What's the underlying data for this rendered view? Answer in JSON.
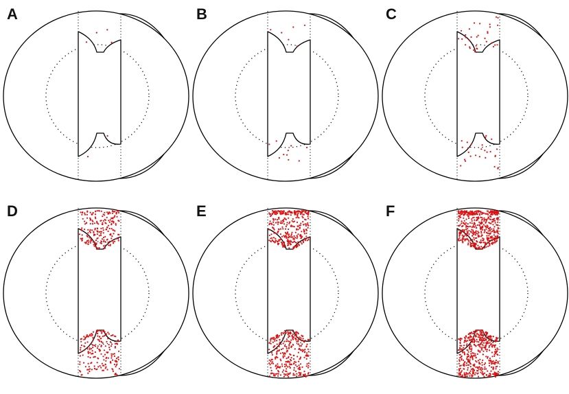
{
  "figure": {
    "panels": [
      {
        "label": "A",
        "particle_count": 6
      },
      {
        "label": "B",
        "particle_count": 16
      },
      {
        "label": "C",
        "particle_count": 60
      },
      {
        "label": "D",
        "particle_count": 420
      },
      {
        "label": "E",
        "particle_count": 680
      },
      {
        "label": "F",
        "particle_count": 1000
      }
    ],
    "colors": {
      "outline": "#000000",
      "particles": "#e01010",
      "background": "#ffffff"
    }
  }
}
